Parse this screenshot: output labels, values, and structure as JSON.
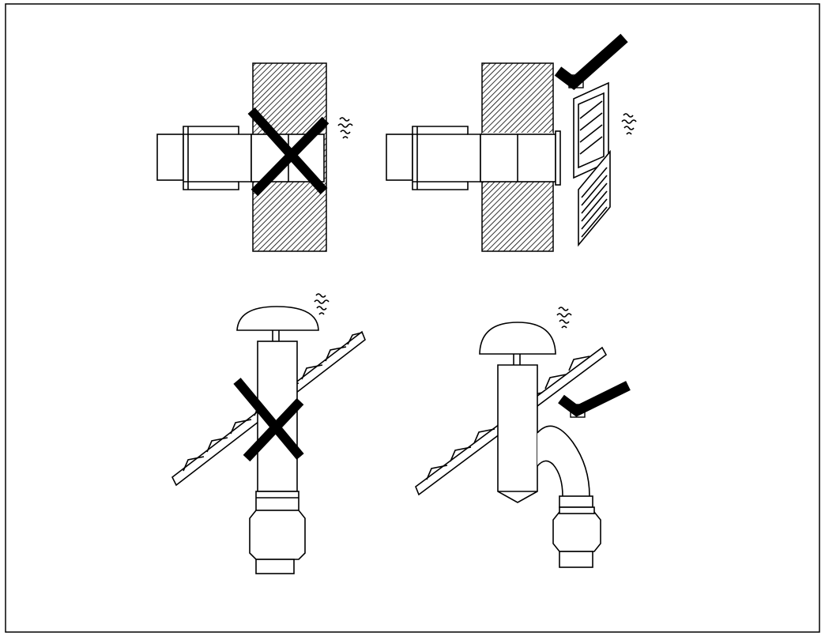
{
  "figure": {
    "panels": [
      {
        "name": "wall-vent-incorrect",
        "verdict": "incorrect"
      },
      {
        "name": "wall-vent-correct",
        "verdict": "correct"
      },
      {
        "name": "roof-vent-incorrect",
        "verdict": "incorrect"
      },
      {
        "name": "roof-vent-correct",
        "verdict": "correct"
      }
    ],
    "colors": {
      "ink": "#000000",
      "paper": "#ffffff",
      "hatch_fill": "#9a9a9a"
    },
    "icons": [
      "cross-mark-icon",
      "check-mark-icon",
      "exhaust-fumes-icon",
      "louvre-grille-icon"
    ]
  }
}
